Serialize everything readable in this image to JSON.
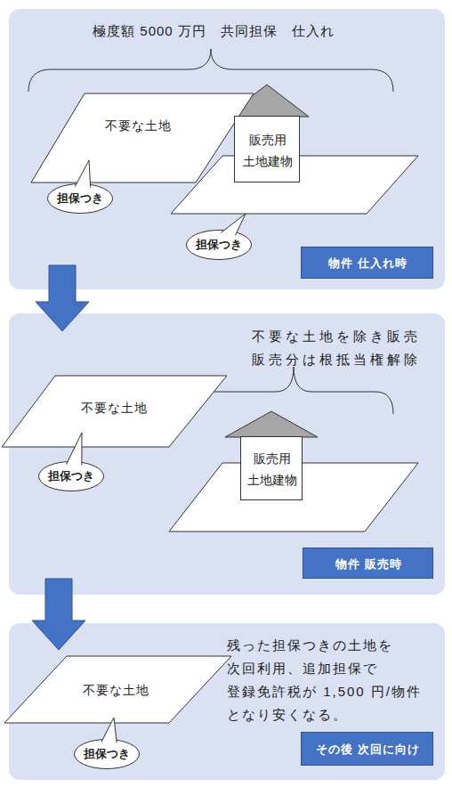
{
  "diagram": {
    "nodes": [
      {
        "text": [
          "極度額 5000 万円　共同担保　仕入れ"
        ]
      },
      {
        "text": [
          "不要な土地"
        ],
        "in": 0
      },
      {
        "text": [
          "担保つき"
        ],
        "in": 0
      },
      {
        "text": [
          "販売用 土地建物"
        ],
        "in": 0
      },
      {
        "text": [
          "担保つき"
        ],
        "in": 0
      },
      {
        "text": [
          "物件 仕入れ時"
        ],
        "in": 0
      },
      {
        "text": [
          "不要な土地を除き販売 販売分は根抵当権解除"
        ]
      },
      {
        "text": [
          "不要な土地"
        ],
        "in": 6
      },
      {
        "text": [
          "担保つき"
        ],
        "in": 6
      },
      {
        "text": [
          "販売用 土地建物"
        ],
        "in": 6
      },
      {
        "text": [
          "物件 販売時"
        ],
        "in": 6
      },
      {
        "text": [
          "残った担保つきの土地を 次回利用、追加担保で 登録免許税が 1,500 円/物件 となり安くなる。"
        ]
      },
      {
        "text": [
          "不要な土地"
        ],
        "in": 11
      },
      {
        "text": [
          "担保つき"
        ],
        "in": 11
      },
      {
        "text": [
          "その後 次回に向け"
        ],
        "in": 11
      }
    ],
    "edges": [
      {
        "from": 0,
        "to": 6,
        "arrow": "to"
      },
      {
        "from": 6,
        "to": 11,
        "arrow": "to"
      }
    ]
  }
}
